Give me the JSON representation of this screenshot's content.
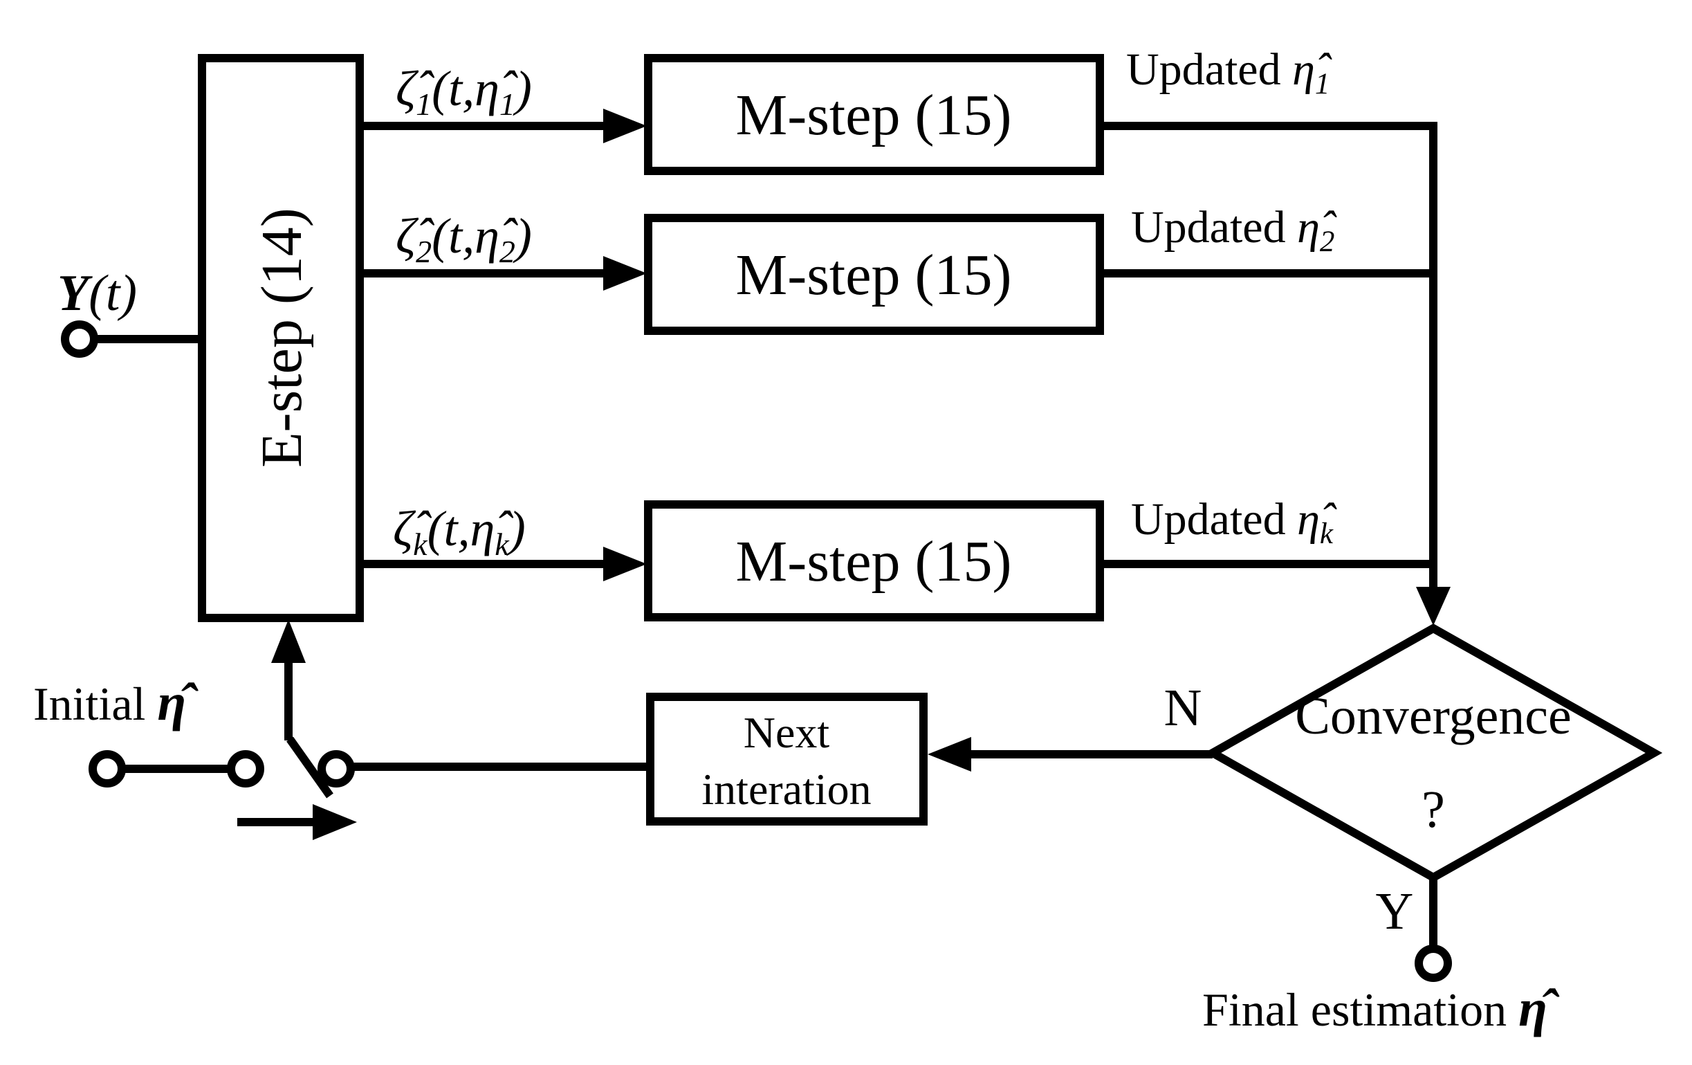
{
  "colors": {
    "ink": "#000000",
    "background": "#ffffff"
  },
  "input": {
    "name": "Y",
    "arg": "(t)"
  },
  "estep": {
    "label": "E-step (14)"
  },
  "rows": [
    {
      "zeta_base": "ζ̂",
      "zeta_sub": "1",
      "zeta_mid": "(t,η̂",
      "zeta_sub2": "1",
      "zeta_close": ")",
      "mstep": "M-step (15)",
      "updated_prefix": "Updated ",
      "updated_eta": "η̂",
      "updated_sub": "1"
    },
    {
      "zeta_base": "ζ̂",
      "zeta_sub": "2",
      "zeta_mid": "(t,η̂",
      "zeta_sub2": "2",
      "zeta_close": ")",
      "mstep": "M-step (15)",
      "updated_prefix": "Updated ",
      "updated_eta": "η̂",
      "updated_sub": "2"
    },
    {
      "zeta_base": "ζ̂",
      "zeta_sub": "k",
      "zeta_mid": "(t,η̂",
      "zeta_sub2": "k",
      "zeta_close": ")",
      "mstep": "M-step (15)",
      "updated_prefix": "Updated ",
      "updated_eta": "η̂",
      "updated_sub": "k"
    }
  ],
  "decision": {
    "line1": "Convergence",
    "line2": "?",
    "no_label": "N",
    "yes_label": "Y"
  },
  "next_box": {
    "line1": "Next",
    "line2": "interation"
  },
  "initial": {
    "prefix": "Initial ",
    "eta": "η̂"
  },
  "final": {
    "prefix": "Final estimation ",
    "eta": "η̂"
  }
}
